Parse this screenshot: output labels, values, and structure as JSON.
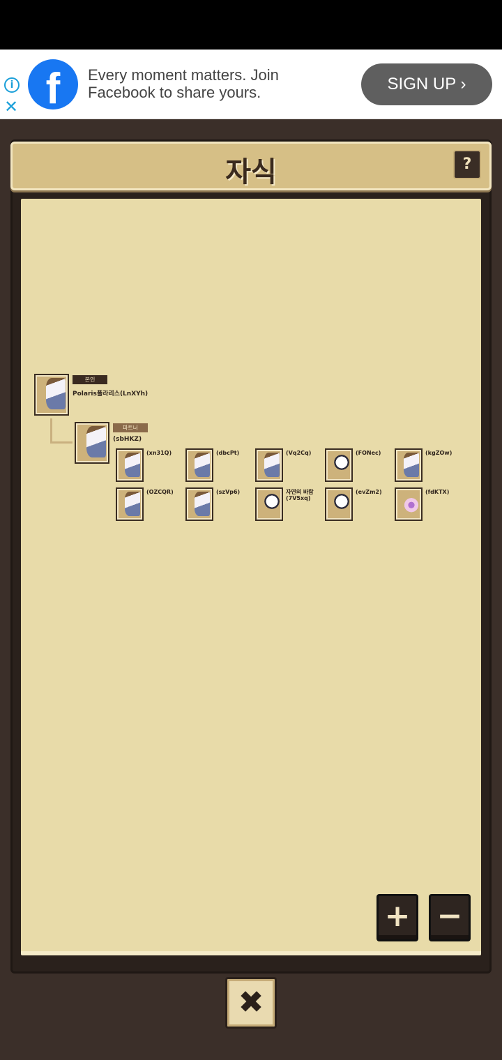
{
  "ad": {
    "headline": "Every moment matters. Join Facebook to share yours.",
    "cta": "SIGN UP ›",
    "info_icon": "i",
    "close_icon": "✕",
    "logo": "f"
  },
  "panel": {
    "title": "자식",
    "help": "?"
  },
  "self": {
    "tag": "본인",
    "name": "Polaris폴라리스(LnXYh)"
  },
  "partner": {
    "tag": "파트너",
    "name": "(sbHKZ)"
  },
  "children": [
    {
      "name": "(xn31Q)",
      "type": "dragon"
    },
    {
      "name": "(dbcPt)",
      "type": "dragon"
    },
    {
      "name": "(Vq2Cq)",
      "type": "dragon"
    },
    {
      "name": "(FONec)",
      "type": "chibi"
    },
    {
      "name": "(kgZOw)",
      "type": "dragon"
    },
    {
      "name": "(OZCQR)",
      "type": "dragon"
    },
    {
      "name": "(szVp6)",
      "type": "dragon"
    },
    {
      "name": "자연의 바람(7V5xq)",
      "type": "chibi"
    },
    {
      "name": "(evZm2)",
      "type": "chibi"
    },
    {
      "name": "(fdKTX)",
      "type": "vase"
    }
  ],
  "controls": {
    "zoom_in": "+",
    "zoom_out": "−",
    "close": "✖"
  }
}
